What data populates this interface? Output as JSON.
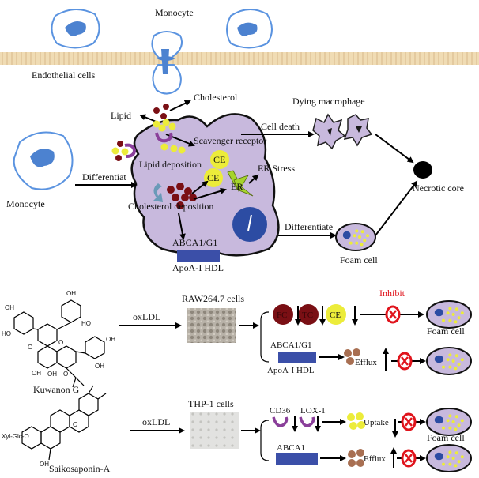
{
  "top": {
    "monocyte_label": "Monocyte",
    "endothelial_label": "Endothelial cells",
    "monocyte_left_label": "Monocyte",
    "differentiate_label": "Differentiat",
    "lipid_label": "Lipid",
    "cholesterol_label": "Cholesterol",
    "scavenger_label": "Scavenger receptor",
    "lipid_deposition_label": "Lipid deposition",
    "ce_label_1": "CE",
    "ce_label_2": "CE",
    "er_label": "ER",
    "er_stress_label": "ER Stress",
    "cholesterol_deposition_label": "Cholesterol deposition",
    "abca1g1_label": "ABCA1/G1",
    "apoa_label": "ApoA-I HDL",
    "cell_death_label": "Cell death",
    "dying_macrophage_label": "Dying macrophage",
    "necrotic_core_label": "Necrotic core",
    "differentiate2_label": "Differentiate",
    "foam_cell_label": "Foam cell"
  },
  "kuwanon": {
    "compound_label": "Kuwanon G",
    "atoms": [
      "OH",
      "HO",
      "OH",
      "HO",
      "O",
      "O",
      "OH",
      "OH",
      "O",
      "OH",
      "OH"
    ],
    "oxldl_label": "oxLDL",
    "cells_label": "RAW264.7 cells",
    "fc_label": "FC",
    "tc_label": "TC",
    "ce_label": "CE",
    "inhibit_label": "Inhibit",
    "foam_cell_label": "Foam cell",
    "abca1g1_label": "ABCA1/G1",
    "apoa_label": "ApoA-I HDL",
    "efflux_label": "Efflux"
  },
  "saikosaponin": {
    "compound_label": "Saikosaponin-A",
    "atoms": [
      "Xyl-Glc-O",
      "O",
      "OH"
    ],
    "oxldl_label": "oxLDL",
    "cells_label": "THP-1 cells",
    "cd36_label": "CD36",
    "lox1_label": "LOX-1",
    "uptake_label": "Uptake",
    "foam_cell_label": "Foam cell",
    "abca1_label": "ABCA1",
    "efflux_label": "Efflux"
  },
  "colors": {
    "macrophage": "#c8b9dd",
    "membrane_blue": "#5a93e0",
    "nucleus": "#2c4ca3",
    "cholesterol": "#7a0f14",
    "lipid": "#ecec3a",
    "receptor": "#8a3f9a",
    "er": "#a6d42c",
    "transporter": "#3b4fa8",
    "efflux_dot": "#a86f52",
    "inhibit_red": "#e0141c",
    "endothelium": "#f0dcb4"
  }
}
